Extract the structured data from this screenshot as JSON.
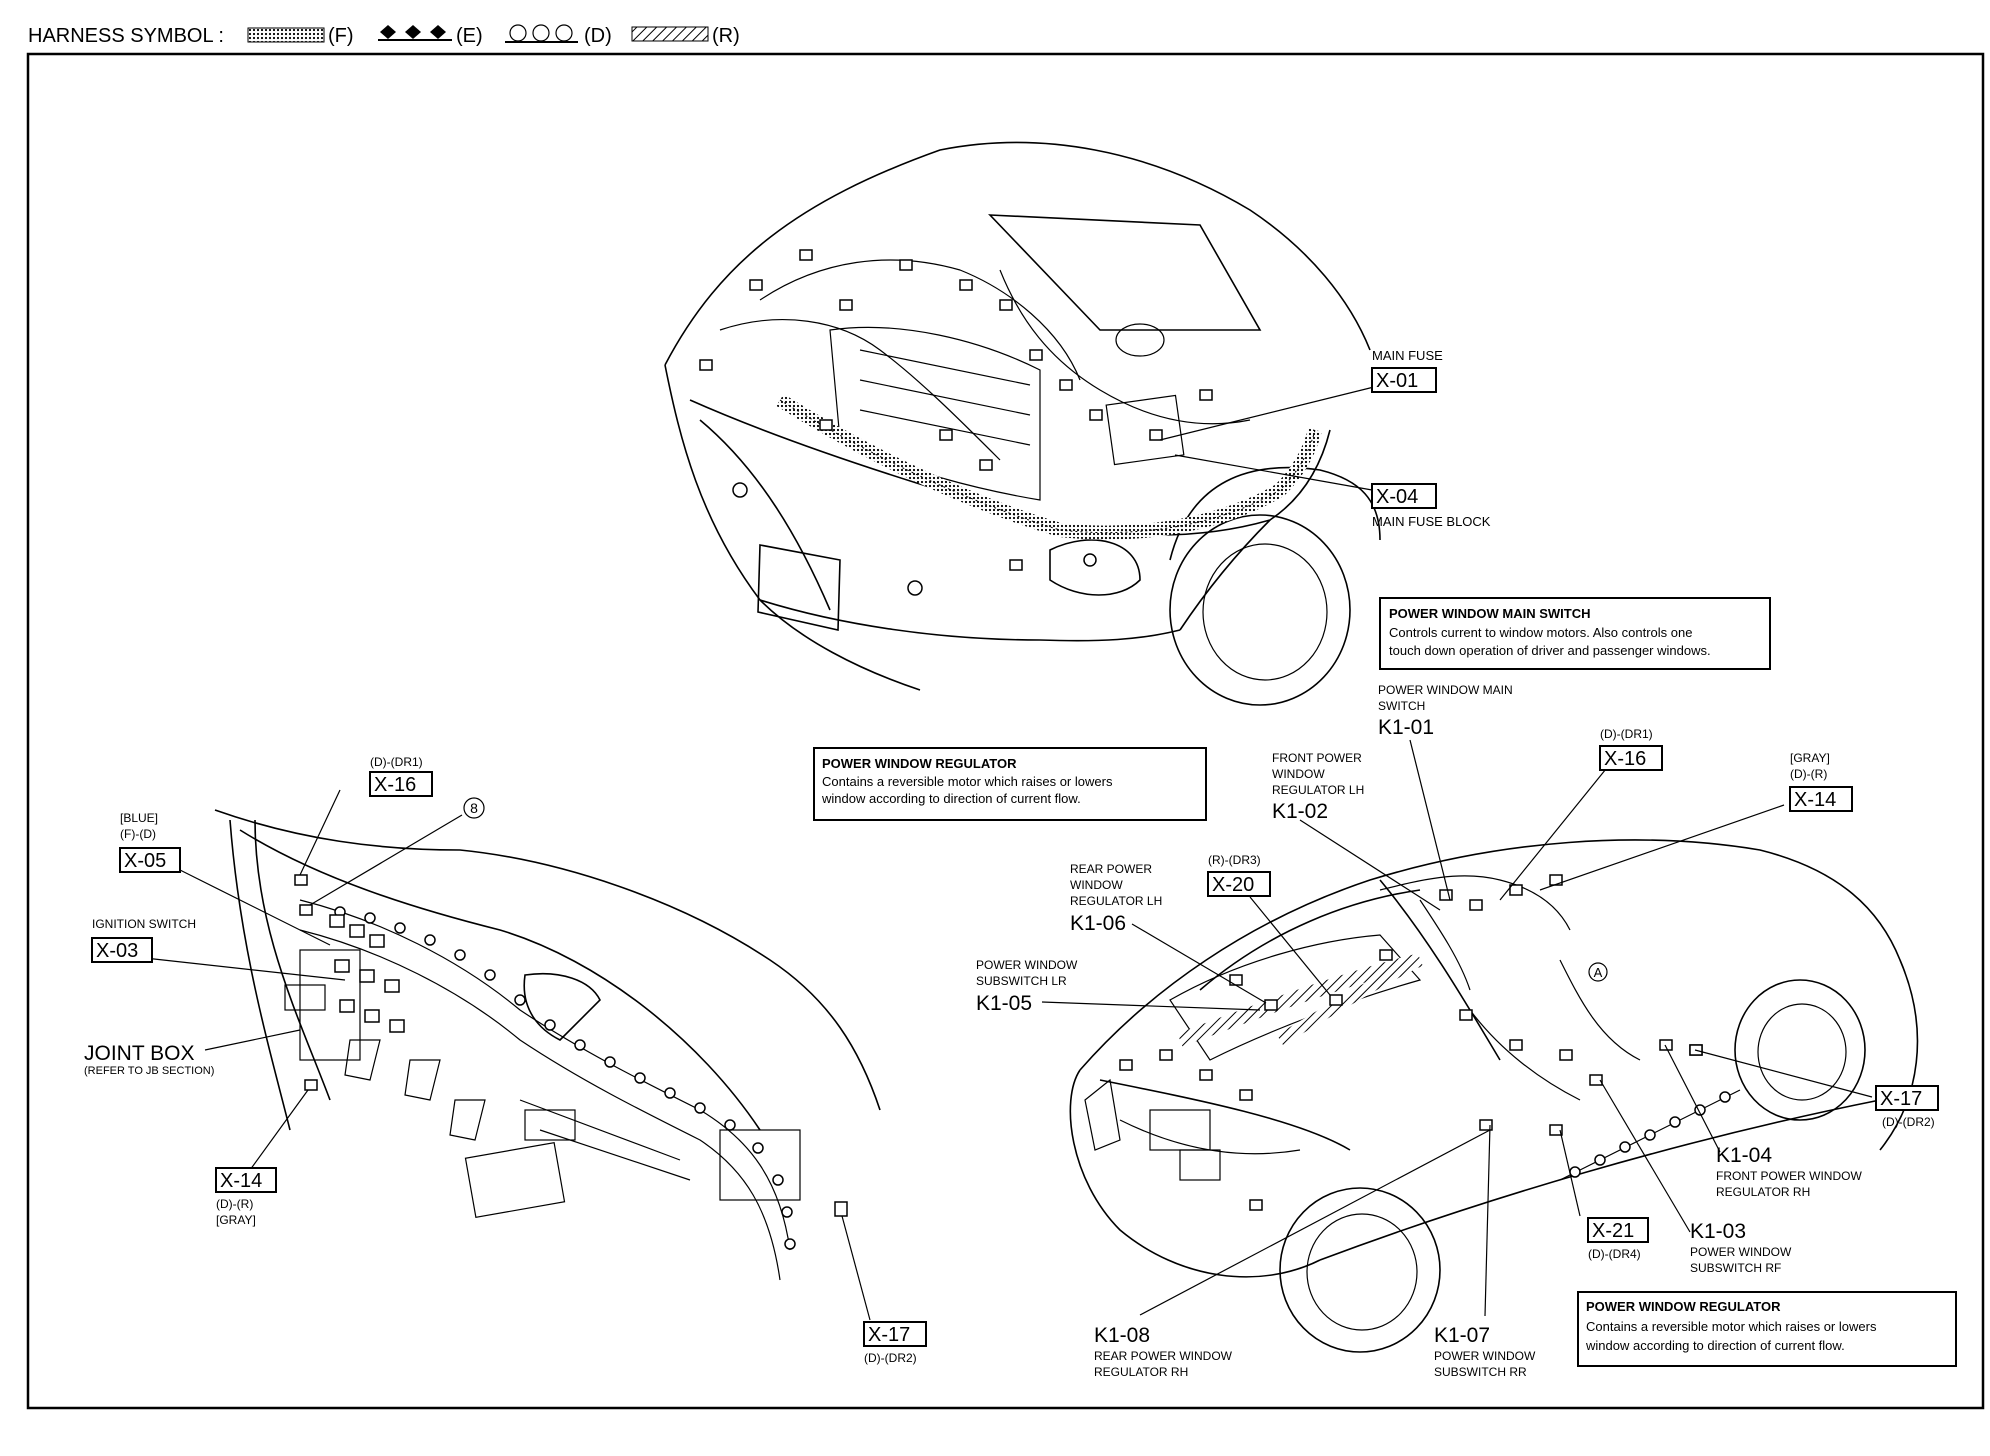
{
  "header": {
    "harness_symbol_label": "HARNESS SYMBOL :",
    "legend": [
      {
        "code": "(F)"
      },
      {
        "code": "(E)"
      },
      {
        "code": "(D)"
      },
      {
        "code": "(R)"
      }
    ]
  },
  "engine_bay": {
    "main_fuse": {
      "title": "MAIN FUSE",
      "code": "X-01"
    },
    "main_fuse_block": {
      "code": "X-04",
      "title": "MAIN FUSE BLOCK"
    }
  },
  "info_boxes": {
    "main_switch": {
      "title": "POWER WINDOW MAIN SWITCH",
      "line1": "Controls current to window motors. Also controls one",
      "line2": "touch down operation of driver and passenger windows."
    },
    "regulator_left": {
      "title": "POWER WINDOW REGULATOR",
      "line1": "Contains a reversible motor which raises or lowers",
      "line2": "window according to direction of current flow."
    },
    "regulator_right": {
      "title": "POWER WINDOW REGULATOR",
      "line1": "Contains a reversible motor which raises or lowers",
      "line2": "window according to direction of current flow."
    }
  },
  "dashboard": {
    "x16": {
      "tag": "(D)-(DR1)",
      "code": "X-16"
    },
    "callout_8": "8",
    "x05": {
      "tag1": "[BLUE]",
      "tag2": "(F)-(D)",
      "code": "X-05"
    },
    "x03": {
      "title": "IGNITION SWITCH",
      "code": "X-03"
    },
    "joint_box": {
      "title": "JOINT BOX",
      "note": "(REFER TO JB SECTION)"
    },
    "x14": {
      "code": "X-14",
      "tag1": "(D)-(R)",
      "tag2": "[GRAY]"
    },
    "x17": {
      "code": "X-17",
      "tag": "(D)-(DR2)"
    }
  },
  "body": {
    "k101": {
      "title1": "POWER WINDOW MAIN",
      "title2": "SWITCH",
      "code": "K1-01"
    },
    "x16": {
      "tag": "(D)-(DR1)",
      "code": "X-16"
    },
    "x14": {
      "tag1": "[GRAY]",
      "tag2": "(D)-(R)",
      "code": "X-14"
    },
    "k102": {
      "title1": "FRONT POWER",
      "title2": "WINDOW",
      "title3": "REGULATOR LH",
      "code": "K1-02"
    },
    "x20": {
      "tag": "(R)-(DR3)",
      "code": "X-20"
    },
    "k106": {
      "title1": "REAR POWER",
      "title2": "WINDOW",
      "title3": "REGULATOR LH",
      "code": "K1-06"
    },
    "k105": {
      "title1": "POWER WINDOW",
      "title2": "SUBSWITCH LR",
      "code": "K1-05"
    },
    "callout_a": "A",
    "x17": {
      "code": "X-17",
      "tag": "(D)-(DR2)"
    },
    "k104": {
      "code": "K1-04",
      "title1": "FRONT POWER WINDOW",
      "title2": "REGULATOR RH"
    },
    "x21": {
      "code": "X-21",
      "tag": "(D)-(DR4)"
    },
    "k103": {
      "code": "K1-03",
      "title1": "POWER WINDOW",
      "title2": "SUBSWITCH RF"
    },
    "k108": {
      "code": "K1-08",
      "title1": "REAR POWER WINDOW",
      "title2": "REGULATOR RH"
    },
    "k107": {
      "code": "K1-07",
      "title1": "POWER WINDOW",
      "title2": "SUBSWITCH RR"
    }
  }
}
